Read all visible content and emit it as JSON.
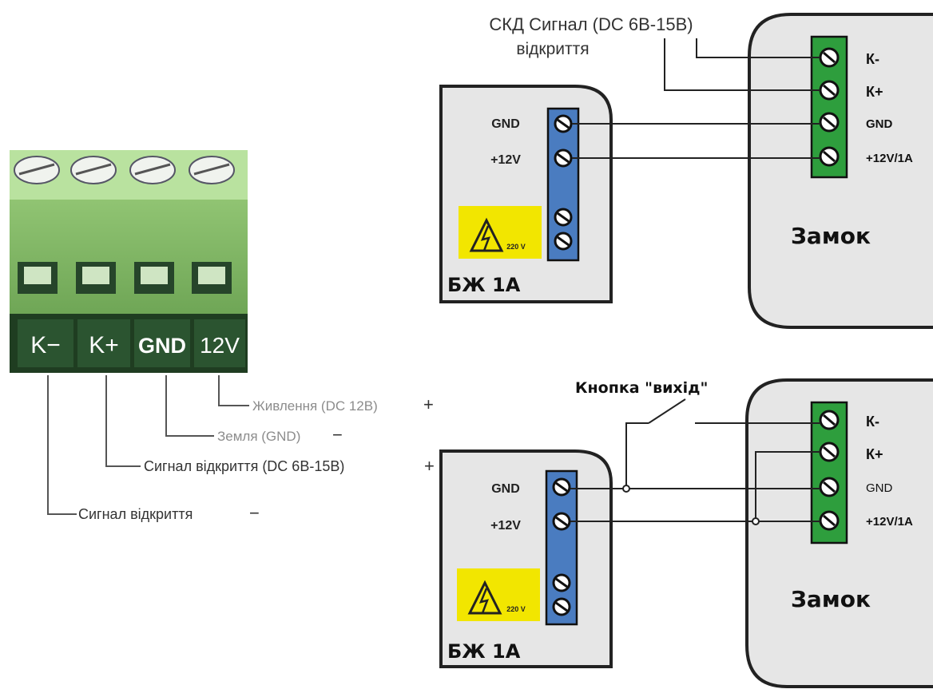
{
  "terminal_block": {
    "pins": [
      "K−",
      "K+",
      "GND",
      "12V"
    ]
  },
  "legend": [
    {
      "text": "Живлення (DC 12В)",
      "sign": "+"
    },
    {
      "text": "Земля (GND)",
      "sign": "−"
    },
    {
      "text": "Сигнал відкриття (DC 6В-15В)",
      "sign": "+"
    },
    {
      "text": "Сигнал відкриття",
      "sign": "−"
    }
  ],
  "top_diagram": {
    "acs_label_line1": "СКД Сигнал (DC 6В-15В)",
    "acs_label_line2": "відкриття",
    "psu": {
      "gnd": "GND",
      "v12": "+12V",
      "voltage": "220 V",
      "name": "БЖ 1А"
    },
    "lock": {
      "k_minus": "К-",
      "k_plus": "К+",
      "gnd": "GND",
      "power": "+12V/1A",
      "name": "Замок"
    }
  },
  "bottom_diagram": {
    "button_label": "Кнопка \"вихід\"",
    "psu": {
      "gnd": "GND",
      "v12": "+12V",
      "voltage": "220 V",
      "name": "БЖ 1А"
    },
    "lock": {
      "k_minus": "К-",
      "k_plus": "К+",
      "gnd": "GND",
      "power": "+12V/1A",
      "name": "Замок"
    }
  },
  "colors": {
    "terminal_green": "#8cbf6e",
    "terminal_dark": "#1f3d21",
    "psu_blue": "#4a7cc0",
    "lock_green": "#2e9e3d",
    "box_gray": "#e6e6e6",
    "warning_yellow": "#f2e600"
  }
}
